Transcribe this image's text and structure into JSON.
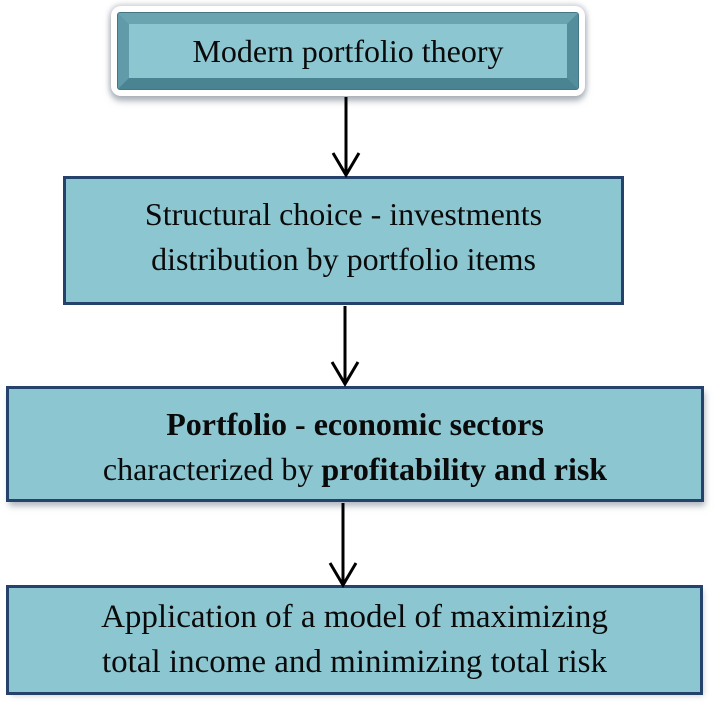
{
  "diagram": {
    "nodes": [
      {
        "id": "modern-portfolio-theory",
        "text": "Modern portfolio theory"
      },
      {
        "id": "structural-choice",
        "line1": "Structural choice - investments",
        "line2": "distribution by portfolio items"
      },
      {
        "id": "portfolio-economic-sectors",
        "line1": "Portfolio - economic sectors",
        "line2_regular": "characterized by ",
        "line2_bold": "profitability and risk"
      },
      {
        "id": "application-of-model",
        "line1": "Application of a model of maximizing",
        "line2": "total income and minimizing total risk"
      }
    ],
    "colors": {
      "node_fill": "#8cc6d1",
      "node_border": "#24426b",
      "top_frame": "#ffffff",
      "bevel_dark": "#4a8392",
      "bevel_light": "#6ba4b1",
      "arrow": "#000000",
      "text": "#0a0a0a"
    }
  }
}
